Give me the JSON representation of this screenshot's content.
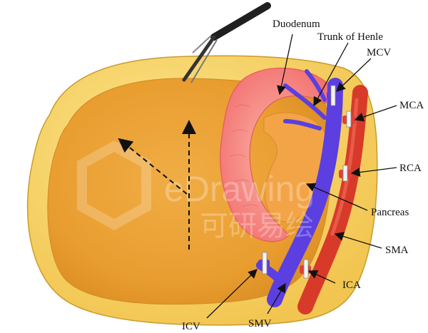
{
  "labels": {
    "duodenum": "Duodenum",
    "trunk_of_henle": "Trunk of Henle",
    "mcv": "MCV",
    "mca": "MCA",
    "rca": "RCA",
    "pancreas": "Pancreas",
    "sma": "SMA",
    "ica": "ICA",
    "icv": "ICV",
    "smv": "SMV"
  },
  "watermark": {
    "latin": "eDrawing",
    "chinese": "可研易绘"
  },
  "colors": {
    "mesentery_rim": "#f7d46a",
    "mesentery_inner": "#eea538",
    "duodenum": "#f77f7f",
    "pancreas": "#f4a64b",
    "vein": "#5a3fe0",
    "artery": "#dd3a2a",
    "instrument": "#2a2a2a"
  }
}
